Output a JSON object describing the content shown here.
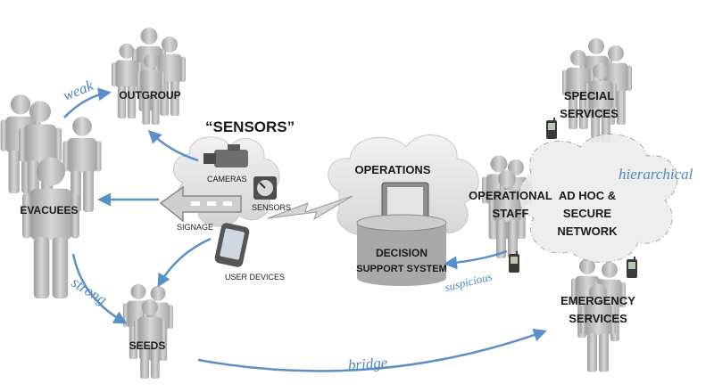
{
  "sensors_title": "“SENSORS”",
  "groups": {
    "outgroup": "OUTGROUP",
    "evacuees": "EVACUEES",
    "seeds": "SEEDS",
    "special_line1": "SPECIAL",
    "special_line2": "SERVICES",
    "operational_line1": "OPERATIONAL",
    "operational_line2": "STAFF",
    "emergency_line1": "EMERGENCY",
    "emergency_line2": "SERVICES"
  },
  "sensor_labels": {
    "cameras": "CAMERAS",
    "sensors": "SENSORS",
    "signage": "SIGNAGE",
    "user_devices": "USER DEVICES"
  },
  "operations": {
    "title": "OPERATIONS",
    "dss_line1": "DECISION",
    "dss_line2": "SUPPORT SYSTEM"
  },
  "network": {
    "line1": "AD HOC &",
    "line2": "SECURE",
    "line3": "NETWORK"
  },
  "relations": {
    "weak": "weak",
    "strong": "strong",
    "bridge": "bridge",
    "suspicious": "suspicious",
    "hierarchical": "hierarchical"
  },
  "colors": {
    "arrow": "#5b8fc7",
    "person": "#b9b9b9",
    "cloud": "#e4e4e4"
  }
}
